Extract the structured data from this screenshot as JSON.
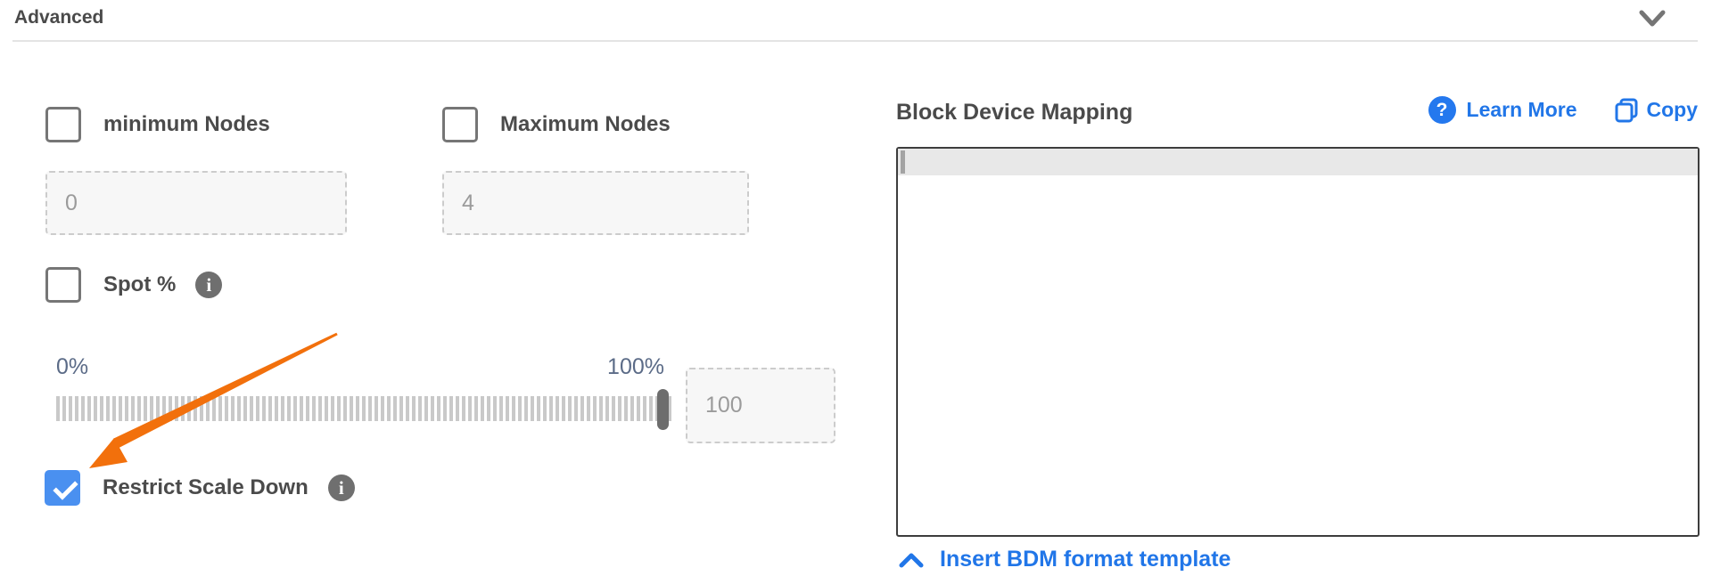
{
  "header": {
    "title": "Advanced",
    "collapse_icon": "chevron-down"
  },
  "advanced": {
    "min_nodes": {
      "label": "minimum Nodes",
      "checked": false,
      "value": "0"
    },
    "max_nodes": {
      "label": "Maximum Nodes",
      "checked": false,
      "value": "4"
    },
    "spot": {
      "label": "Spot %",
      "checked": false,
      "info": "i"
    },
    "slider": {
      "min_label": "0%",
      "max_label": "100%",
      "value": "100",
      "position_pct": 100
    },
    "restrict_scale_down": {
      "label": "Restrict Scale Down",
      "checked": true,
      "info": "i"
    }
  },
  "bdm": {
    "title": "Block Device Mapping",
    "learn_more_label": "Learn More",
    "learn_more_icon": "?",
    "copy_label": "Copy",
    "editor_value": "",
    "insert_template_label": "Insert BDM format template"
  },
  "colors": {
    "accent_blue": "#2176e8",
    "checkbox_blue": "#4a90f0",
    "arrow_orange": "#f2700c",
    "slate_label": "#5b6b87",
    "editor_border": "#3d3d3d"
  }
}
